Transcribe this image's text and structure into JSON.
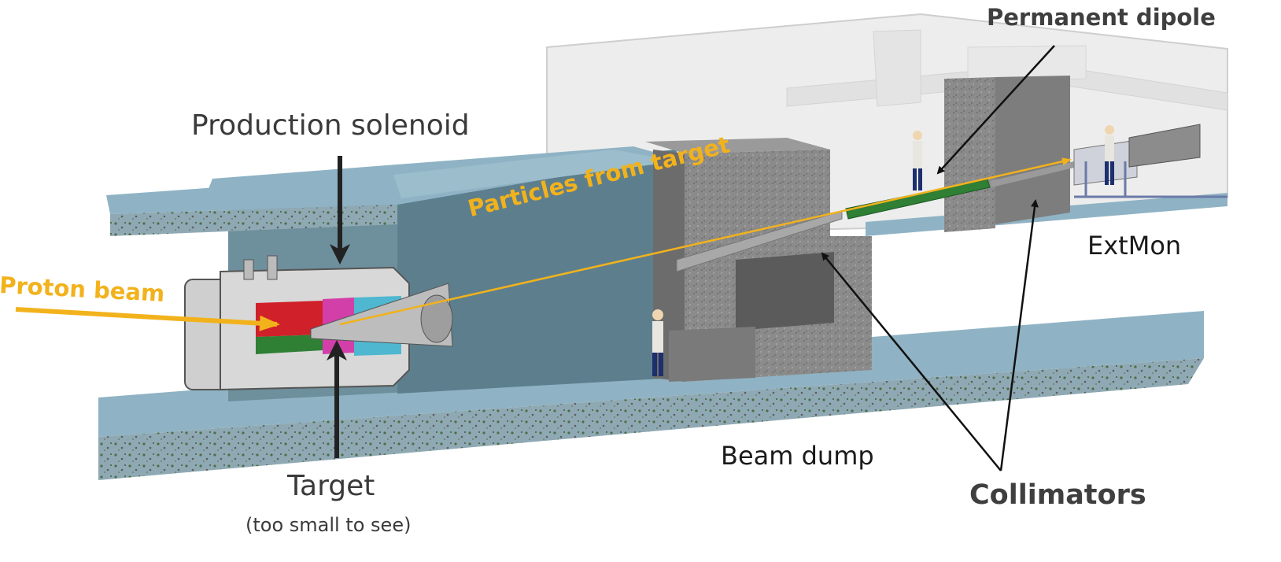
{
  "labels": {
    "permanent_dipole": "Permanent dipole",
    "production_solenoid": "Production solenoid",
    "particles_from_target": "Particles from target",
    "proton_beam": "Proton beam",
    "extmon": "ExtMon",
    "beam_dump": "Beam dump",
    "target": "Target",
    "target_note": "(too small to see)",
    "collimators": "Collimators"
  },
  "colors": {
    "orange_beam": "#f2b21c",
    "concrete_blue": "#8fb3c4",
    "concrete_dark": "#6f8f9c",
    "grey_concrete": "#8a8a8a",
    "dipole_green": "#2f7f35",
    "target_red": "#d0202a",
    "target_magenta": "#d23fa8",
    "target_cyan": "#4fb7d0"
  },
  "icons": [
    "arrow-icon",
    "person-icon",
    "solenoid-cryostat-icon"
  ]
}
